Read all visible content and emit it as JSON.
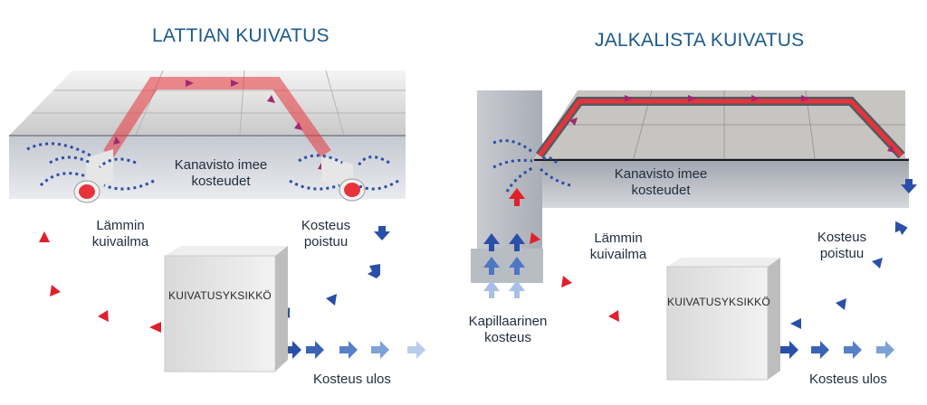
{
  "left_panel": {
    "title": "LATTIAN KUIVATUS",
    "duct_text_line1": "Kanavisto imee",
    "duct_text_line2": "kosteudet",
    "warm_air_line1": "Lämmin",
    "warm_air_line2": "kuivailma",
    "moisture_line1": "Kosteus",
    "moisture_line2": "poistuu",
    "unit_label": "KUIVATUSYKSIKKÖ",
    "moisture_out": "Kosteus ulos"
  },
  "right_panel": {
    "title": "JALKALISTA KUIVATUS",
    "duct_text_line1": "Kanavisto imee",
    "duct_text_line2": "kosteudet",
    "warm_air_line1": "Lämmin",
    "warm_air_line2": "kuivailma",
    "moisture_line1": "Kosteus",
    "moisture_line2": "poistuu",
    "unit_label": "KUIVATUSYKSIKKÖ",
    "moisture_out": "Kosteus ulos",
    "capillary_line1": "Kapillaarinen",
    "capillary_line2": "kosteus"
  },
  "colors": {
    "title": "#1c5a8c",
    "warm_arrow": "#e0202a",
    "moisture_arrow": "#2a4fa8",
    "duct": "#e8333a"
  }
}
